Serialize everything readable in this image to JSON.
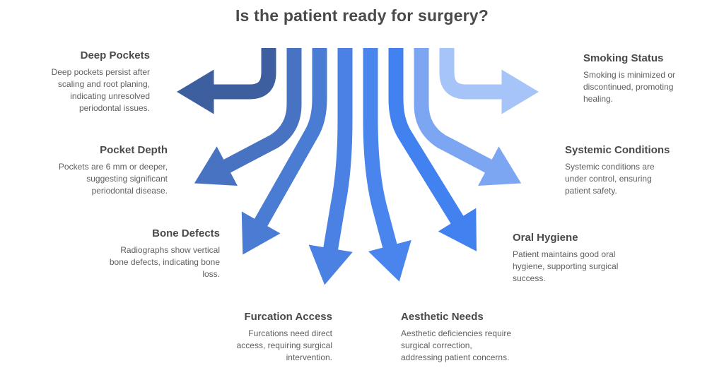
{
  "title": "Is the patient ready for surgery?",
  "items": [
    {
      "id": "deep-pockets",
      "title": "Deep Pockets",
      "body": "Deep pockets persist after\nscaling and root planing,\nindicating unresolved\nperiodontal issues.",
      "color": "#3d5f9f",
      "side": "left"
    },
    {
      "id": "pocket-depth",
      "title": "Pocket Depth",
      "body": "Pockets are 6 mm or deeper,\nsuggesting significant\nperiodontal disease.",
      "color": "#4873c2",
      "side": "left"
    },
    {
      "id": "bone-defects",
      "title": "Bone Defects",
      "body": "Radiographs show vertical\nbone defects, indicating bone\nloss.",
      "color": "#4a7cd4",
      "side": "left"
    },
    {
      "id": "furcation-access",
      "title": "Furcation Access",
      "body": "Furcations need direct\naccess, requiring surgical\nintervention.",
      "color": "#4a81e2",
      "side": "left"
    },
    {
      "id": "aesthetic-needs",
      "title": "Aesthetic Needs",
      "body": "Aesthetic deficiencies require\nsurgical correction,\naddressing patient concerns.",
      "color": "#4a85ee",
      "side": "right"
    },
    {
      "id": "oral-hygiene",
      "title": "Oral Hygiene",
      "body": "Patient maintains good oral\nhygiene, supporting surgical\nsuccess.",
      "color": "#4181f0",
      "side": "right"
    },
    {
      "id": "systemic-conditions",
      "title": "Systemic Conditions",
      "body": "Systemic conditions are\nunder control, ensuring\npatient safety.",
      "color": "#7da6f2",
      "side": "right"
    },
    {
      "id": "smoking-status",
      "title": "Smoking Status",
      "body": "Smoking is minimized or\ndiscontinued, promoting\nhealing.",
      "color": "#a6c4f7",
      "side": "right"
    }
  ],
  "style": {
    "background": "#ffffff"
  }
}
